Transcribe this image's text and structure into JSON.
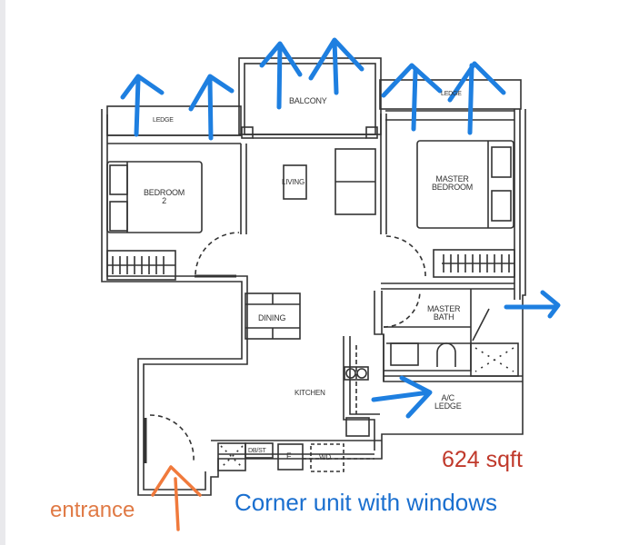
{
  "plan": {
    "rooms": {
      "ledge_left": "LEDGE",
      "balcony": "BALCONY",
      "ledge_right": "LEDGE",
      "bedroom2": "BEDROOM\n2",
      "living": "LIVING",
      "master_bedroom": "MASTER\nBEDROOM",
      "dining": "DINING",
      "master_bath": "MASTER\nBATH",
      "kitchen": "KITCHEN",
      "ac_ledge": "A/C\nLEDGE",
      "dbst": "DB/ST",
      "fridge": "F",
      "wd": "WD"
    }
  },
  "annotations": {
    "area": "624 sqft",
    "entrance": "entrance",
    "note": "Corner unit with windows",
    "colors": {
      "arrow_blue": "#1e7fe0",
      "entrance_orange": "#f07a3c",
      "area_red": "#c0392b",
      "note_blue": "#1a6fcf",
      "wall": "#333333"
    }
  }
}
